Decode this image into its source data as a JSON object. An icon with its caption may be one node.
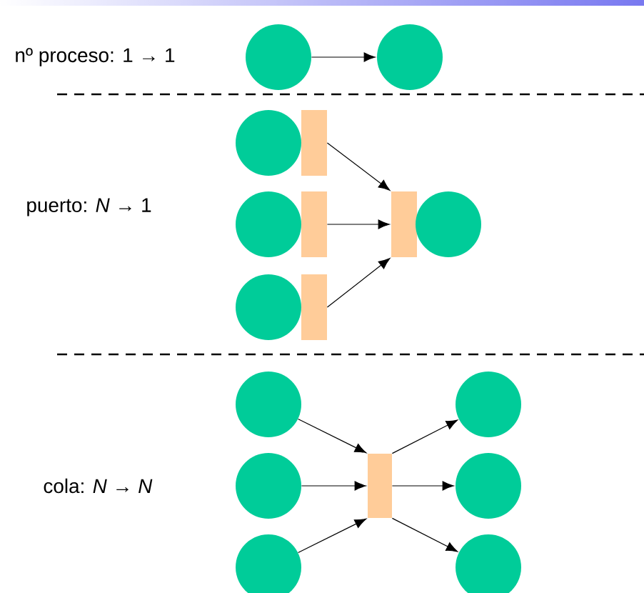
{
  "diagram": {
    "nodes": [
      {
        "text": [],
        "shape": "circle"
      },
      {
        "text": [],
        "shape": "circle"
      },
      {
        "text": [],
        "shape": "circle"
      },
      {
        "text": [],
        "shape": "bar"
      },
      {
        "text": [],
        "shape": "circle"
      },
      {
        "text": [],
        "shape": "bar"
      },
      {
        "text": [],
        "shape": "bar"
      },
      {
        "text": [],
        "shape": "circle"
      },
      {
        "text": [],
        "shape": "circle"
      },
      {
        "text": [],
        "shape": "bar"
      },
      {
        "text": [],
        "shape": "circle"
      },
      {
        "text": [],
        "shape": "circle"
      },
      {
        "text": [],
        "shape": "circle"
      },
      {
        "text": [],
        "shape": "bar"
      },
      {
        "text": [],
        "shape": "circle"
      },
      {
        "text": [],
        "shape": "circle"
      },
      {
        "text": [],
        "shape": "circle"
      }
    ],
    "edges": [
      {
        "from": 0,
        "to": 1,
        "arrow": "to"
      },
      {
        "from": 3,
        "to": 6,
        "arrow": "to"
      },
      {
        "from": 5,
        "to": 6,
        "arrow": "to"
      },
      {
        "from": 9,
        "to": 6,
        "arrow": "to"
      },
      {
        "from": 10,
        "to": 13,
        "arrow": "to"
      },
      {
        "from": 12,
        "to": 13,
        "arrow": "to"
      },
      {
        "from": 15,
        "to": 13,
        "arrow": "to"
      },
      {
        "from": 13,
        "to": 11,
        "arrow": "to"
      },
      {
        "from": 13,
        "to": 14,
        "arrow": "to"
      },
      {
        "from": 13,
        "to": 16,
        "arrow": "to"
      }
    ],
    "labels": [
      "nº proceso: 1 → 1",
      "puerto: *N* → 1",
      "cola: *N* → *N*"
    ]
  }
}
